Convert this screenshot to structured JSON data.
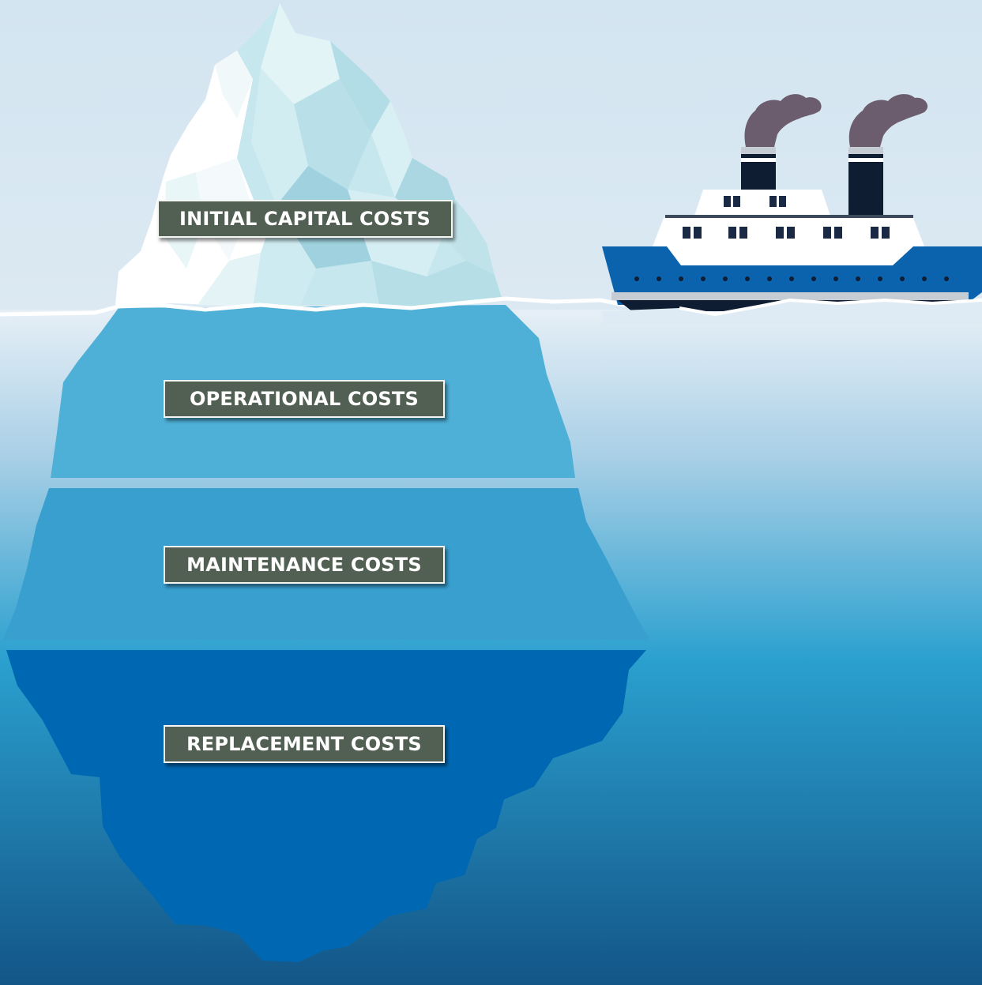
{
  "labels": {
    "initial": "INITIAL CAPITAL COSTS",
    "operational": "OPERATIONAL COSTS",
    "maintenance": "MAINTENANCE COSTS",
    "replacement": "REPLACEMENT COSTS"
  },
  "colors": {
    "sky_top": "#d3e5f1",
    "sky_bottom": "#dce9f2",
    "sea_top": "#e6eff6",
    "sea_mid": "#2aa0cf",
    "sea_bottom": "#135587",
    "berg_upper": "#4fb0d7",
    "berg_middle": "#389fcf",
    "berg_lower": "#0068b2",
    "label_bg": "#525f53",
    "ship_hull": "#0c63ad",
    "ship_dark": "#0f1d33",
    "smoke": "#6b5c6e"
  }
}
